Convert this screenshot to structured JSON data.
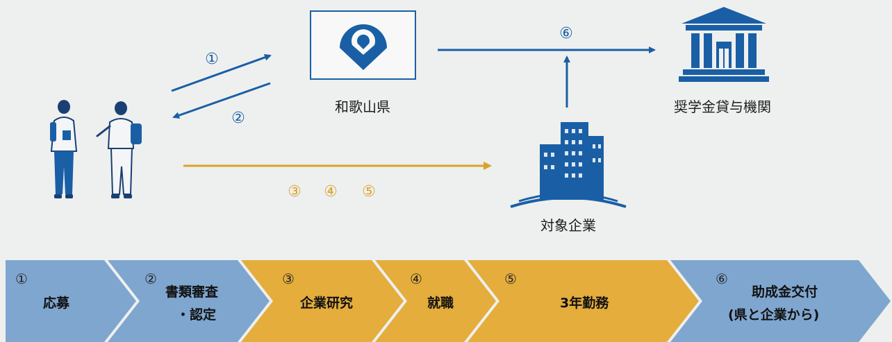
{
  "nodes": {
    "prefecture": "和歌山県",
    "institution": "奨学金貸与機関",
    "company": "対象企業"
  },
  "arrow_labels": {
    "apply": "①",
    "review": "②",
    "company_steps": [
      "③",
      "④",
      "⑤"
    ],
    "grant": "⑥"
  },
  "steps": [
    {
      "num": "①",
      "lines": [
        "応募"
      ],
      "color": "#7fa6cf"
    },
    {
      "num": "②",
      "lines": [
        "書類審査",
        "・認定"
      ],
      "color": "#7fa6cf"
    },
    {
      "num": "③",
      "lines": [
        "企業研究"
      ],
      "color": "#e4ad3c"
    },
    {
      "num": "④",
      "lines": [
        "就職"
      ],
      "color": "#e4ad3c"
    },
    {
      "num": "⑤",
      "lines": [
        "3年勤務"
      ],
      "color": "#e4ad3c"
    },
    {
      "num": "⑥",
      "lines": [
        "助成金交付",
        "(県と企業から)"
      ],
      "color": "#7fa6cf"
    }
  ],
  "colors": {
    "blue": "#1a5fa6",
    "gold": "#dba22a",
    "step_blue": "#7fa6cf",
    "step_gold": "#e4ad3c"
  },
  "icons": [
    "students-icon",
    "wakayama-emblem-icon",
    "bank-building-icon",
    "office-building-icon"
  ]
}
